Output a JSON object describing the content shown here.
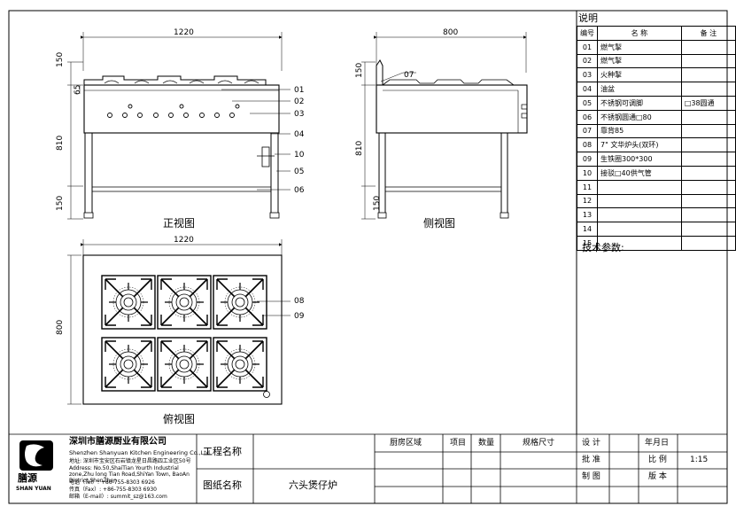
{
  "legend": {
    "title": "说明",
    "headers": {
      "no": "编号",
      "name": "名  称",
      "remark": "备  注"
    },
    "rows": [
      {
        "no": "01",
        "name": "燃气掣",
        "remark": ""
      },
      {
        "no": "02",
        "name": "燃气掣",
        "remark": ""
      },
      {
        "no": "03",
        "name": "火种掣",
        "remark": ""
      },
      {
        "no": "04",
        "name": "油盆",
        "remark": ""
      },
      {
        "no": "05",
        "name": "不锈钢可调脚",
        "remark": "□38圆通"
      },
      {
        "no": "06",
        "name": "不锈钢圆通□80",
        "remark": ""
      },
      {
        "no": "07",
        "name": "靠背85",
        "remark": ""
      },
      {
        "no": "08",
        "name": "7\" 文华炉头(双环)",
        "remark": ""
      },
      {
        "no": "09",
        "name": "生铁圈300*300",
        "remark": ""
      },
      {
        "no": "10",
        "name": "接驳□40供气管",
        "remark": ""
      },
      {
        "no": "11",
        "name": "",
        "remark": ""
      },
      {
        "no": "12",
        "name": "",
        "remark": ""
      },
      {
        "no": "13",
        "name": "",
        "remark": ""
      },
      {
        "no": "14",
        "name": "",
        "remark": ""
      },
      {
        "no": "15",
        "name": "",
        "remark": ""
      }
    ],
    "tech_params": "技术参数:"
  },
  "views": {
    "front": {
      "caption": "正视图",
      "width_dim": "1220",
      "dims_left": [
        "150",
        "65",
        "810",
        "150"
      ],
      "callouts": [
        "01",
        "02",
        "03",
        "04",
        "10",
        "05",
        "06"
      ]
    },
    "side": {
      "caption": "侧视图",
      "width_dim": "800",
      "dims_left": [
        "150",
        "810",
        "150"
      ],
      "callout": "07"
    },
    "top": {
      "caption": "俯视图",
      "width_dim": "1220",
      "depth_dim": "800",
      "callouts": [
        "08",
        "09"
      ]
    }
  },
  "title_block": {
    "company_cn": "深圳市膳源厨业有限公司",
    "company_en": "Shenzhen Shanyuan Kitchen Engineering Co.,Ltd.",
    "address_cn": "地址: 深圳市宝安区石岩镇龙星日昌路四工业区50号",
    "address_en": "Address: No.50,ShaiTian Yourth Industrial zone,Zhu long Tian Road,ShiYan Town, BaoAn District,ShenZhen",
    "tel": "电话（Tel）: +86-755-8303 6926",
    "fax": "传真（Fax）: +86-755-8303 6930",
    "email": "邮箱（E-mail）: summit_sz@163.com",
    "logo_cn": "膳源",
    "logo_en": "SHAN YUAN",
    "project_label": "工程名称",
    "project_value": "",
    "drawing_label": "图纸名称",
    "drawing_value": "六头煲仔炉",
    "col_area": "厨房区域",
    "col_item": "项目",
    "col_qty": "数量",
    "col_size": "规格尺寸",
    "design_label": "设  计",
    "approve_label": "批  准",
    "draw_label": "制  图",
    "date_label": "年月日",
    "scale_label": "比  例",
    "scale_value": "1:15",
    "version_label": "版  本"
  }
}
